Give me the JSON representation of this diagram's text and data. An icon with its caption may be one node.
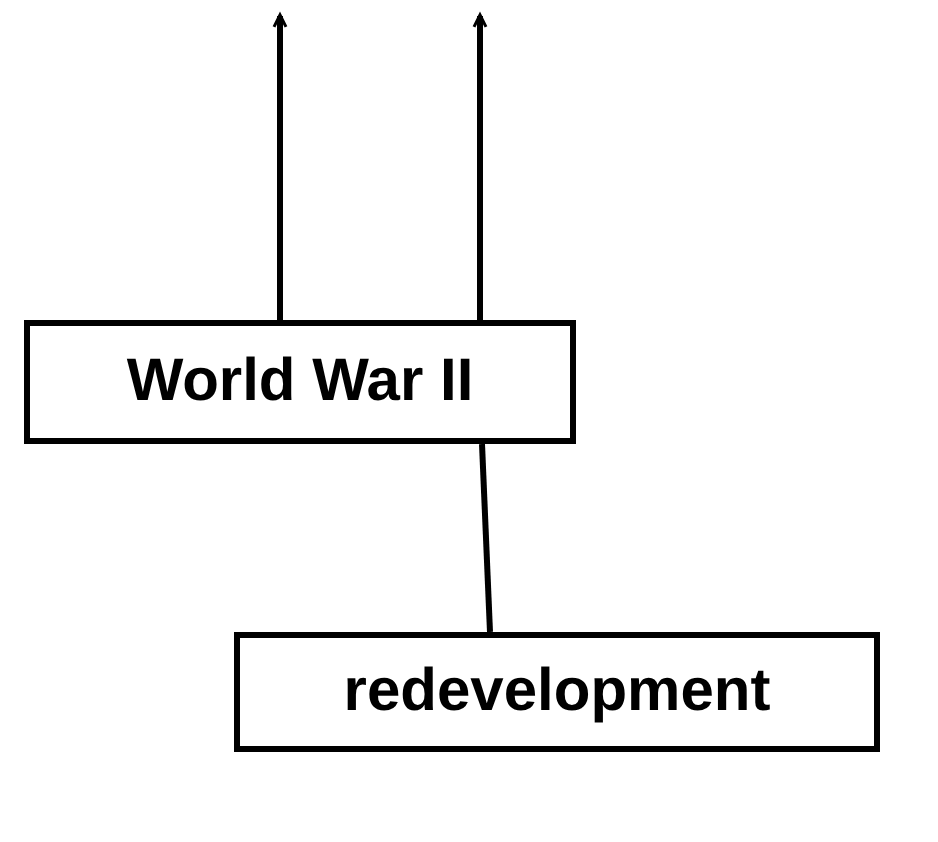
{
  "diagram": {
    "nodes": [
      {
        "text": [
          "World War II"
        ]
      },
      {
        "text": [
          "redevelopment"
        ]
      }
    ],
    "edges": [
      {
        "from": 0,
        "to": null,
        "arrow": "to"
      },
      {
        "from": 0,
        "to": null,
        "arrow": "to"
      },
      {
        "from": 1,
        "to": 0,
        "arrow": "none"
      }
    ]
  }
}
